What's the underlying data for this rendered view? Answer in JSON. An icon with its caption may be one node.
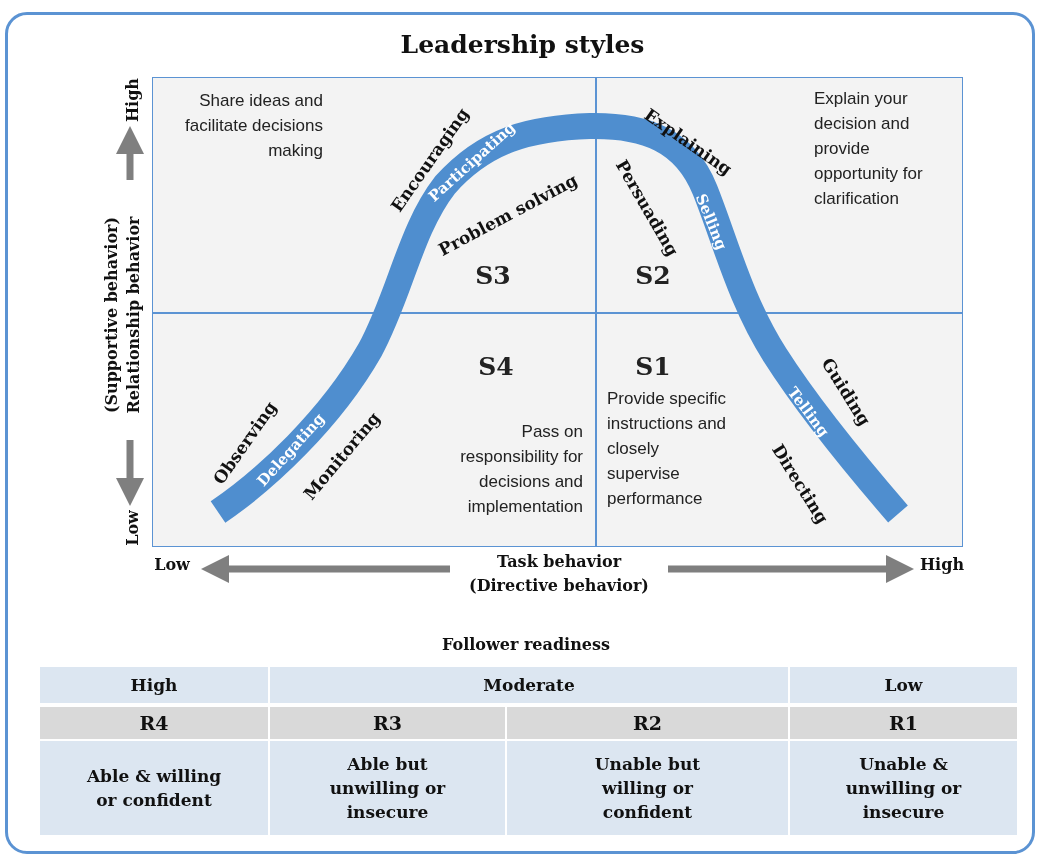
{
  "diagram": {
    "title": "Leadership styles",
    "nodes": [
      {
        "text": [
          "Share ideas and facilitate decisions making",
          "S3"
        ]
      },
      {
        "text": [
          "Explain your decision and provide opportunity for clarification",
          "S2"
        ]
      },
      {
        "text": [
          "S4",
          "Pass on responsibility for decisions and implementation"
        ]
      },
      {
        "text": [
          "S1",
          "Provide specific instructions and closely supervise performance"
        ]
      }
    ],
    "edges": [],
    "labels": [
      "High",
      "Encouraging",
      "Participating",
      "Problem solving",
      "Explaining",
      "Persuading",
      "Selling",
      "(Supportive behavior)",
      "Relationship behavior",
      "Observing",
      "Delegating",
      "Monitoring",
      "Guiding",
      "Telling",
      "Directing",
      "Low",
      "Low",
      "Task behavior",
      "High",
      "(Directive behavior)",
      "Follower readiness",
      "High",
      "Moderate",
      "Low",
      "R4",
      "R3",
      "R2",
      "R1",
      "Able & willing or confident",
      "Able but unwilling or insecure",
      "Unable but willing or confident",
      "Unable & unwilling or insecure"
    ]
  }
}
